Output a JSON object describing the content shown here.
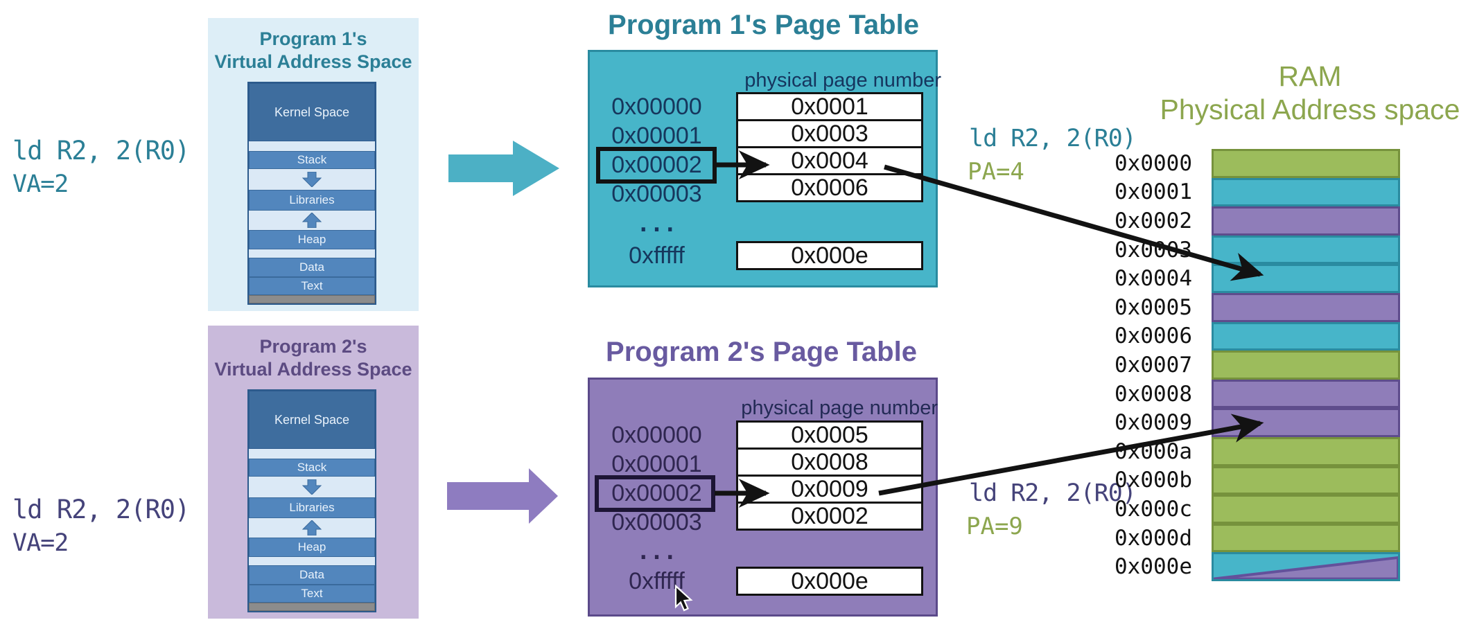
{
  "program1": {
    "cpu_instruction": "ld R2, 2(R0)",
    "va": "VA=2",
    "vas_title": [
      "Program 1's",
      "Virtual Address Space"
    ],
    "vas_segments": [
      "Kernel Space",
      "Stack",
      "Libraries",
      "Heap",
      "Data",
      "Text"
    ],
    "page_table_title": "Program 1's Page Table",
    "ppn_header": "physical page number",
    "pt_rows": [
      {
        "va": "0x00000",
        "ppn": "0x0001"
      },
      {
        "va": "0x00001",
        "ppn": "0x0003"
      },
      {
        "va": "0x00002",
        "ppn": "0x0004",
        "highlighted": true
      },
      {
        "va": "0x00003",
        "ppn": "0x0006"
      }
    ],
    "ellipsis": "...",
    "pt_last_row": {
      "va": "0xfffff",
      "ppn": "0x000e"
    },
    "result_instruction": "ld R2, 2(R0)",
    "pa": "PA=4"
  },
  "program2": {
    "cpu_instruction": "ld R2, 2(R0)",
    "va": "VA=2",
    "vas_title": [
      "Program 2's",
      "Virtual Address Space"
    ],
    "vas_segments": [
      "Kernel Space",
      "Stack",
      "Libraries",
      "Heap",
      "Data",
      "Text"
    ],
    "page_table_title": "Program 2's Page Table",
    "ppn_header": "physical page number",
    "pt_rows": [
      {
        "va": "0x00000",
        "ppn": "0x0005"
      },
      {
        "va": "0x00001",
        "ppn": "0x0008"
      },
      {
        "va": "0x00002",
        "ppn": "0x0009",
        "highlighted": true
      },
      {
        "va": "0x00003",
        "ppn": "0x0002"
      }
    ],
    "ellipsis": "...",
    "pt_last_row": {
      "va": "0xfffff",
      "ppn": "0x000e"
    },
    "result_instruction": "ld R2, 2(R0)",
    "pa": "PA=9"
  },
  "ram": {
    "title_line1": "RAM",
    "title_line2": "Physical Address space",
    "rows": [
      {
        "addr": "0x0000",
        "color": "green"
      },
      {
        "addr": "0x0001",
        "color": "teal"
      },
      {
        "addr": "0x0002",
        "color": "purple"
      },
      {
        "addr": "0x0003",
        "color": "teal"
      },
      {
        "addr": "0x0004",
        "color": "teal"
      },
      {
        "addr": "0x0005",
        "color": "purple"
      },
      {
        "addr": "0x0006",
        "color": "teal"
      },
      {
        "addr": "0x0007",
        "color": "green"
      },
      {
        "addr": "0x0008",
        "color": "purple"
      },
      {
        "addr": "0x0009",
        "color": "purple"
      },
      {
        "addr": "0x000a",
        "color": "green"
      },
      {
        "addr": "0x000b",
        "color": "green"
      },
      {
        "addr": "0x000c",
        "color": "green"
      },
      {
        "addr": "0x000d",
        "color": "green"
      },
      {
        "addr": "0x000e",
        "color": "split"
      }
    ]
  },
  "colors": {
    "teal_fill": "#47b5c9",
    "teal_border": "#2a8ba0",
    "teal_heading": "#2b7f96",
    "purple_fill": "#8f7db9",
    "purple_border": "#5b4a8a",
    "purple_heading": "#685aa0",
    "green_fill": "#9cbc5c",
    "green_border": "#76923c",
    "olive_heading": "#8ca64e",
    "vas1_bg": "#ddeef7",
    "vas2_bg": "#c9badb",
    "band_blue": "#5286bd",
    "band_dark_blue": "#3e6d9e"
  }
}
